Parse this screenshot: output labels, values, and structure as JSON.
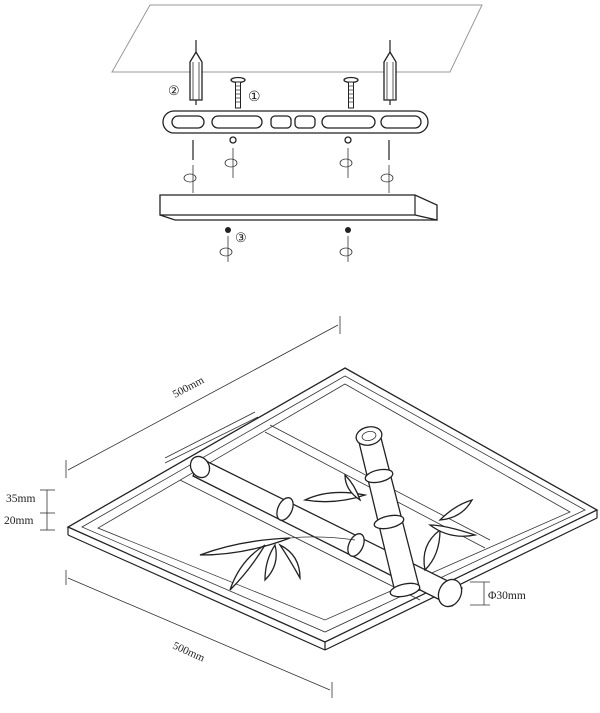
{
  "step_labels": {
    "step1": "①",
    "step2": "②",
    "step3": "③"
  },
  "dimensions": {
    "top_length": "500mm",
    "bottom_length": "500mm",
    "height_total": "35mm",
    "height_frame": "20mm",
    "tube_diameter": "Φ30mm"
  },
  "colors": {
    "line": "#222222",
    "background": "#ffffff"
  }
}
